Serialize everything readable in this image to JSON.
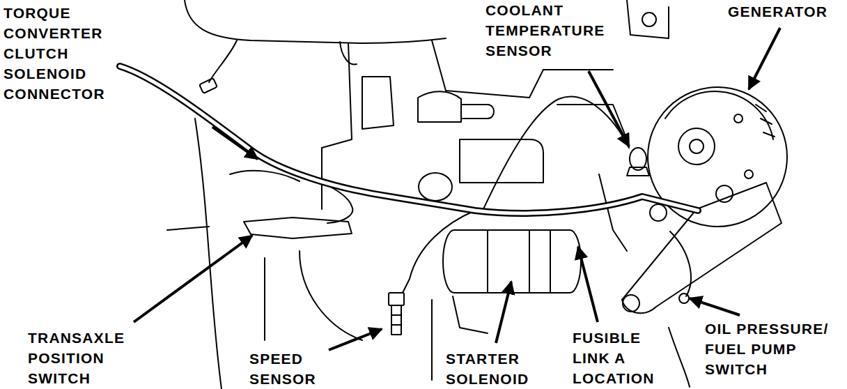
{
  "diagram": {
    "labels": [
      "TORQUE CONVERTER CLUTCH SOLENOID CONNECTOR",
      "COOLANT TEMPERATURE SENSOR",
      "GENERATOR",
      "TRANSAXLE POSITION SWITCH",
      "SPEED SENSOR",
      "STARTER SOLENOID",
      "FUSIBLE LINK A LOCATION",
      "OIL PRESSURE/ FUEL PUMP SWITCH"
    ]
  }
}
